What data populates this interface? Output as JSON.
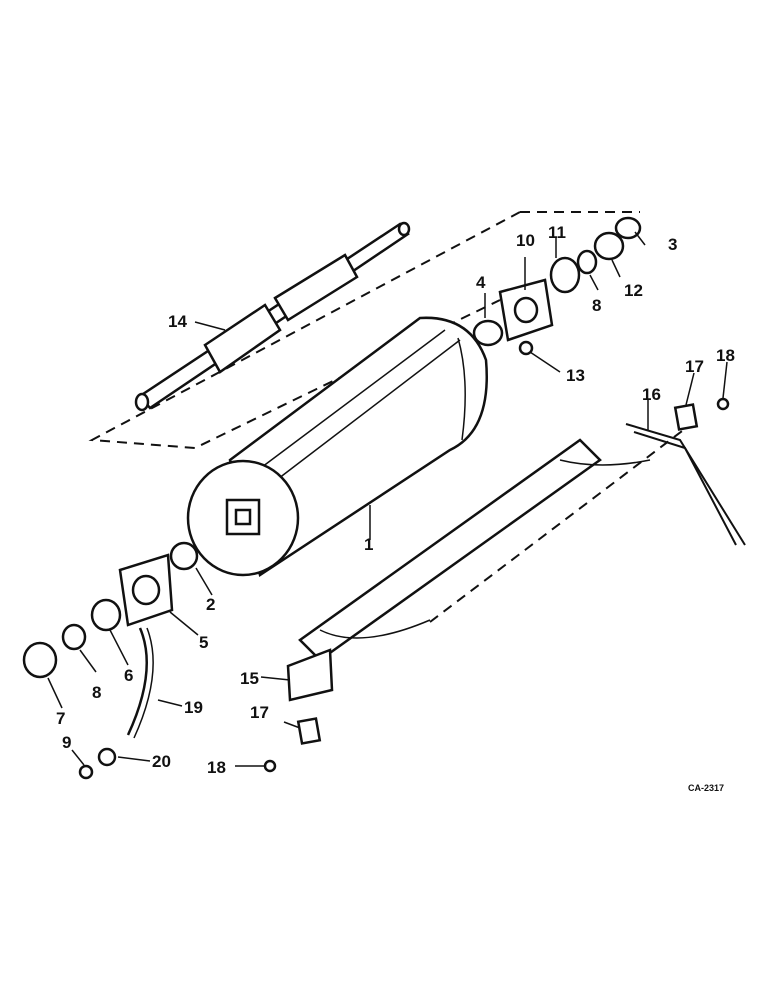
{
  "callouts": {
    "c1": "1",
    "c2": "2",
    "c3": "3",
    "c4": "4",
    "c5": "5",
    "c6": "6",
    "c7": "7",
    "c8a": "8",
    "c8b": "8",
    "c9": "9",
    "c10": "10",
    "c11": "11",
    "c12": "12",
    "c13": "13",
    "c14": "14",
    "c15": "15",
    "c16": "16",
    "c17a": "17",
    "c17b": "17",
    "c18a": "18",
    "c18b": "18",
    "c19": "19",
    "c20": "20"
  },
  "figure_code": "CA-2317"
}
